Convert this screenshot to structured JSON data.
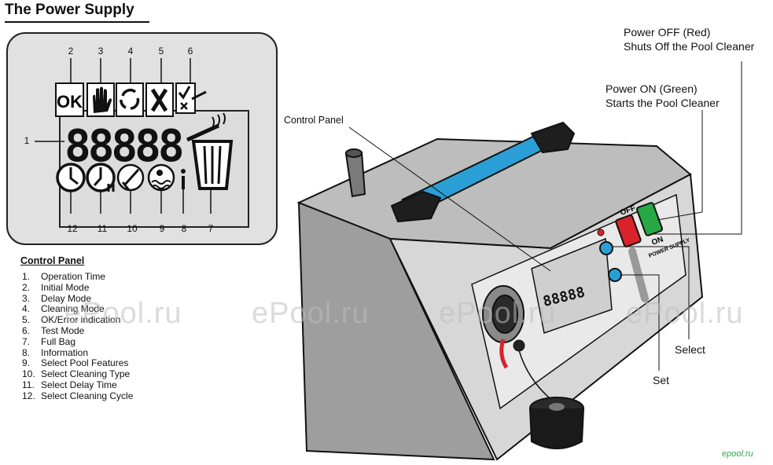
{
  "title": "The Power Supply",
  "display": {
    "digits": "88888",
    "ok_label": "OK",
    "callout_numbers": [
      "1",
      "2",
      "3",
      "4",
      "5",
      "6",
      "7",
      "8",
      "9",
      "10",
      "11",
      "12"
    ]
  },
  "control_panel": {
    "heading": "Control Panel",
    "items": [
      {
        "index": "1.",
        "label": "Operation Time"
      },
      {
        "index": "2.",
        "label": "Initial Mode"
      },
      {
        "index": "3.",
        "label": "Delay Mode"
      },
      {
        "index": "4.",
        "label": "Cleaning Mode"
      },
      {
        "index": "5.",
        "label": "OK/Error indication"
      },
      {
        "index": "6.",
        "label": "Test Mode"
      },
      {
        "index": "7.",
        "label": "Full Bag"
      },
      {
        "index": "8.",
        "label": "Information"
      },
      {
        "index": "9.",
        "label": "Select Pool Features"
      },
      {
        "index": "10.",
        "label": "Select Cleaning Type"
      },
      {
        "index": "11.",
        "label": "Select Delay Time"
      },
      {
        "index": "12.",
        "label": "Select Cleaning Cycle"
      }
    ]
  },
  "callouts": {
    "power_off_line1": "Power OFF (Red)",
    "power_off_line2": "Shuts Off the Pool Cleaner",
    "power_on_line1": "Power ON (Green)",
    "power_on_line2": "Starts the Pool Cleaner",
    "control_panel": "Control Panel",
    "select": "Select",
    "set": "Set"
  },
  "device_labels": {
    "off": "OFF",
    "on": "ON",
    "brand": "POWER SUPPLY"
  },
  "watermark": "ePool.ru",
  "footer_logo": "epool.ru",
  "colors": {
    "handle_blue": "#2a9fd6",
    "off_red": "#d9232a",
    "on_green": "#27a844",
    "body_gray": "#9e9e9e",
    "face_light": "#e6e6e6"
  }
}
